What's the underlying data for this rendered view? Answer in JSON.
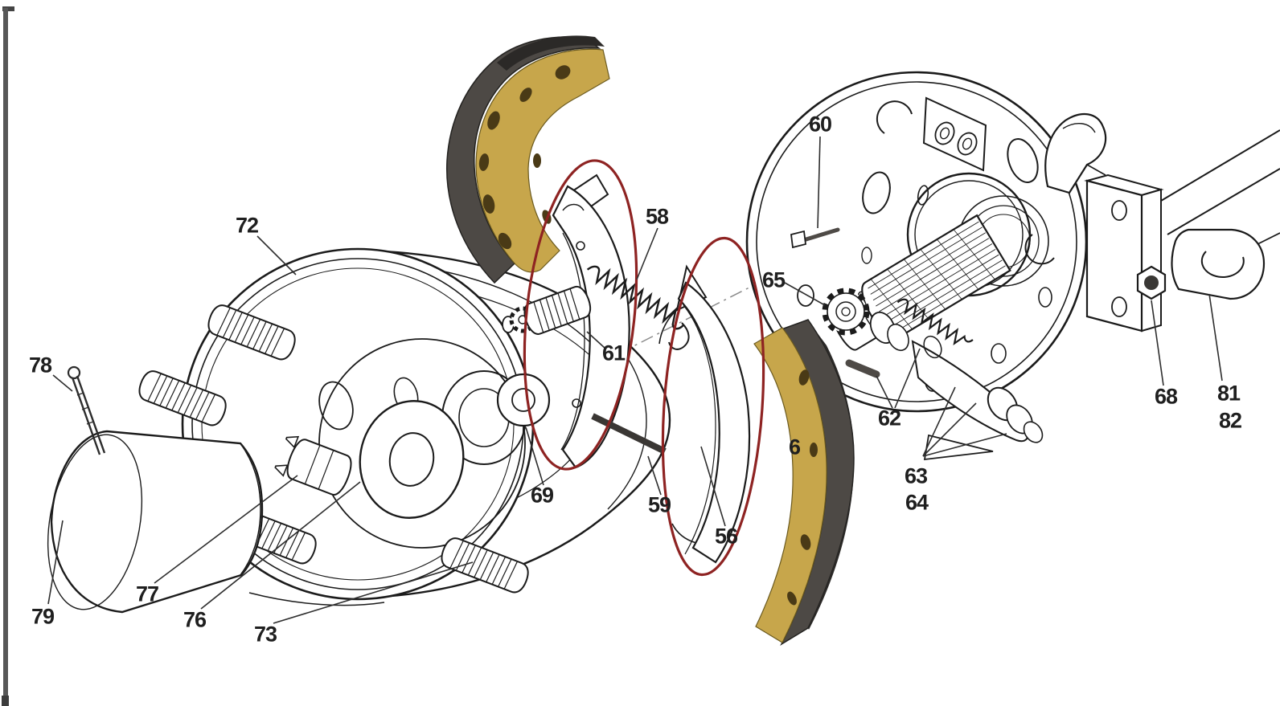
{
  "figure": {
    "kind": "exploded-parts-diagram",
    "subject": "trailer axle drum brake and hub assembly"
  },
  "labels": {
    "l72": "72",
    "l78": "78",
    "l79": "79",
    "l77": "77",
    "l76": "76",
    "l73": "73",
    "l69": "69",
    "l59": "59",
    "l56": "56",
    "l58": "58",
    "l61": "61",
    "l60": "60",
    "l65": "65",
    "l6": "6",
    "l62": "62",
    "l63": "63",
    "l64": "64",
    "l68": "68",
    "l81": "81",
    "l82": "82"
  },
  "highlights": {
    "count": 2,
    "shape": "ellipse"
  },
  "colors": {
    "highlight_red": "#8e2322",
    "shoe_web_gold": "#c7a64b",
    "shoe_web_gold_dark": "#6b5a1f",
    "shoe_hole_brown": "#4a3a16",
    "shoe_lining_dark": "#4d4945",
    "shoe_lining_black": "#2b2927",
    "line_art": "#1b1b1b",
    "pin_gray": "#4e4a46",
    "page_edge_gray": "#575757"
  }
}
